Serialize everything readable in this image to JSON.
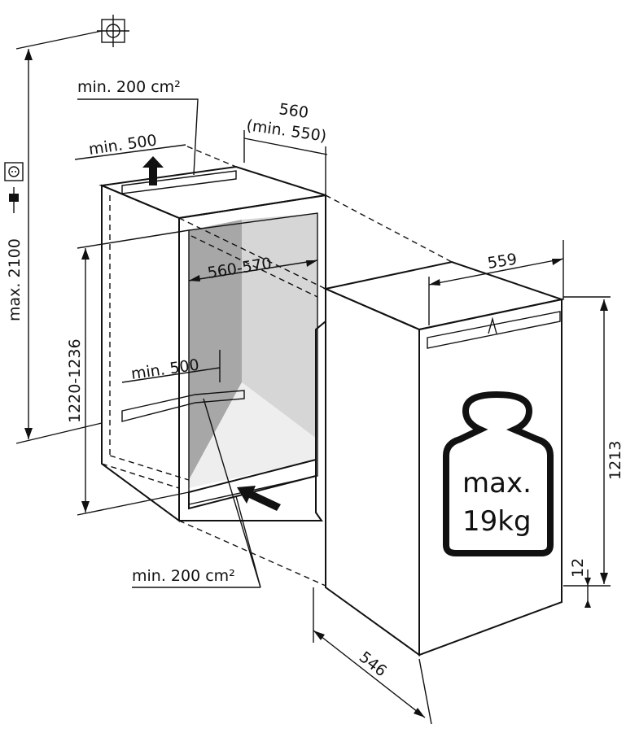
{
  "labels": {
    "top_vent": "min. 200 cm²",
    "top_depth": "min. 500",
    "niche_width": "560",
    "niche_width_min": "(min. 550)",
    "max_height": "max. 2100",
    "inner_width": "560-570",
    "niche_height": "1220-1236",
    "bottom_depth": "min. 500",
    "appliance_width": "559",
    "appliance_height": "1213",
    "plinth": "12",
    "bottom_vent": "min. 200 cm²",
    "appliance_depth": "546"
  },
  "weight": {
    "line1": "max.",
    "line2": "19kg"
  },
  "colors": {
    "wall_dark": "#a7a7a7",
    "wall_light": "#d6d6d6",
    "vent": "#cfcfcf"
  }
}
